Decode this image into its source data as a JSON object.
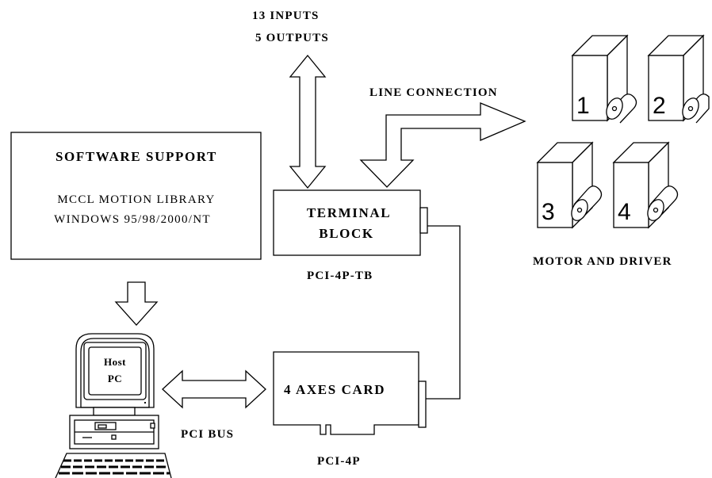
{
  "io": {
    "inputs": "13  INPUTS",
    "outputs": "5  OUTPUTS"
  },
  "line_connection": "LINE CONNECTION",
  "software": {
    "title": "SOFTWARE SUPPORT",
    "line1": "MCCL MOTION LIBRARY",
    "line2": "WINDOWS 95/98/2000/NT"
  },
  "terminal_block": {
    "line1": "TERMINAL",
    "line2": "BLOCK",
    "part": "PCI-4P-TB"
  },
  "axes_card": {
    "label": "4 AXES CARD",
    "part": "PCI-4P"
  },
  "host_pc": {
    "line1": "Host",
    "line2": "PC"
  },
  "pci_bus": "PCI BUS",
  "motors": {
    "labels": [
      "1",
      "2",
      "3",
      "4"
    ],
    "caption": "MOTOR AND DRIVER"
  }
}
